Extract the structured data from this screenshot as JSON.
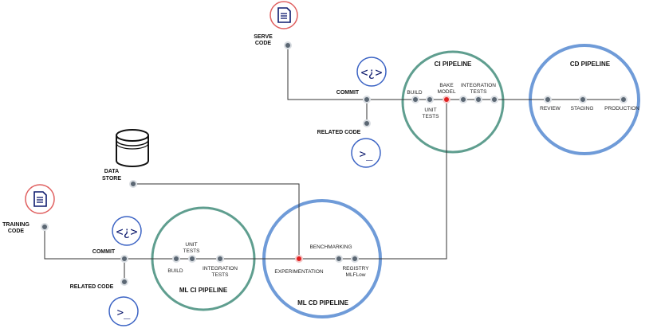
{
  "colors": {
    "ci_ring": "#5f9e8f",
    "cd_ring": "#6f9bd8",
    "icon_blue": "#0d1a6e",
    "code_ring": "#e06060",
    "node": "#5b6773",
    "node_active": "#e02020"
  },
  "icons": {
    "serve_code": "code-file-icon",
    "training_code": "code-file-icon",
    "commit_top": "code-bracket-icon",
    "commit_bottom": "code-bracket-icon",
    "related_top": "terminal-icon",
    "related_bottom": "terminal-icon",
    "data_store": "database-icon"
  },
  "glyphs": {
    "bracket": "<¿>",
    "terminal": ">_"
  },
  "labels": {
    "serve_code": [
      "SERVE",
      "CODE"
    ],
    "commit_top": "COMMIT",
    "related_top": "RELATED CODE",
    "data_store": [
      "DATA",
      "STORE"
    ],
    "training_code": [
      "TRAINING",
      "CODE"
    ],
    "commit_bottom": "COMMIT",
    "related_bottom": "RELATED CODE"
  },
  "ci_pipeline": {
    "title": "CI PIPELINE",
    "stages": {
      "build": "BUILD",
      "unit_tests": [
        "UNIT",
        "TESTS"
      ],
      "bake_model": [
        "BAKE",
        "MODEL"
      ],
      "integration_tests": [
        "INTEGRATION",
        "TESTS"
      ]
    }
  },
  "cd_pipeline": {
    "title": "CD PIPELINE",
    "stages": {
      "review": "REVIEW",
      "staging": "STAGING",
      "production": "PRODUCTION"
    }
  },
  "ml_ci_pipeline": {
    "title": "ML CI PIPELINE",
    "stages": {
      "build": "BUILD",
      "unit_tests": [
        "UNIT",
        "TESTS"
      ],
      "integration_tests": [
        "INTEGRATION",
        "TESTS"
      ]
    }
  },
  "ml_cd_pipeline": {
    "title": "ML CD PIPELINE",
    "stages": {
      "experimentation": "EXPERIMENTATION",
      "benchmarking": "BENCHMARKING",
      "registry": [
        "REGISTRY",
        "MLFLow"
      ]
    }
  }
}
